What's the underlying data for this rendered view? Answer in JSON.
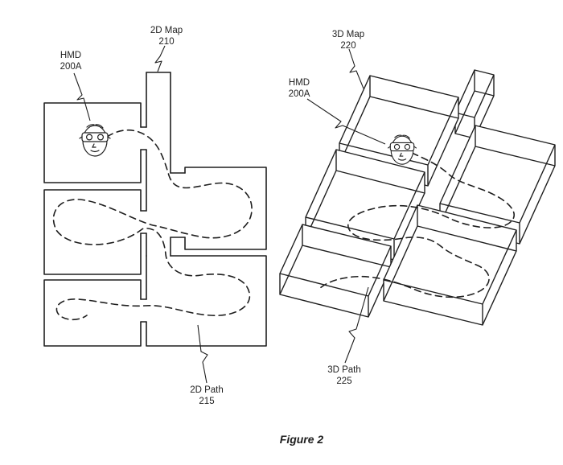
{
  "figure": {
    "caption": "Figure 2"
  },
  "left_panel": {
    "hmd_label": {
      "line1": "HMD",
      "line2": "200A"
    },
    "map_label": {
      "line1": "2D Map",
      "line2": "210"
    },
    "path_label": {
      "line1": "2D Path",
      "line2": "215"
    }
  },
  "right_panel": {
    "map_label": {
      "line1": "3D Map",
      "line2": "220"
    },
    "hmd_label": {
      "line1": "HMD",
      "line2": "200A"
    },
    "path_label": {
      "line1": "3D Path",
      "line2": "225"
    }
  },
  "icons": {
    "hmd_face": "hmd-face-icon"
  },
  "colors": {
    "ink": "#1f1f1f",
    "background": "#ffffff"
  }
}
